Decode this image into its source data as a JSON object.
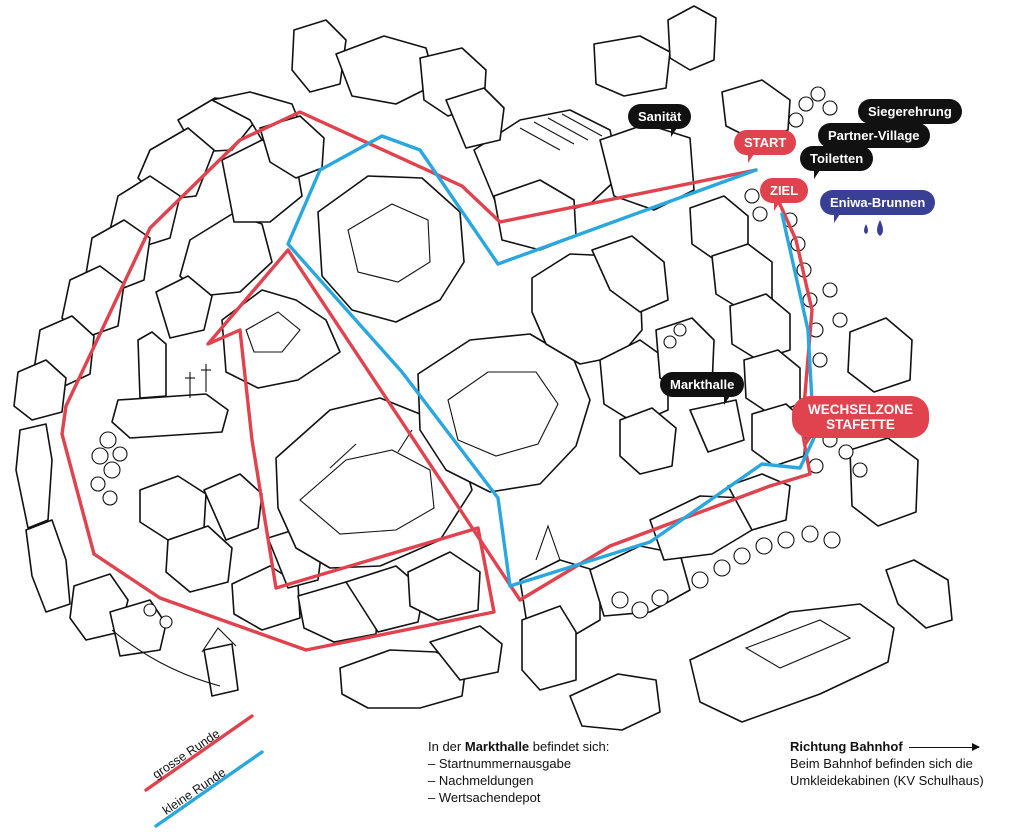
{
  "map": {
    "labels": {
      "sanitaet": "Sanität",
      "start": "START",
      "ziel": "ZIEL",
      "siegerehrung": "Siegerehrung",
      "partner_village": "Partner-Village",
      "toiletten": "Toiletten",
      "brunnen": "Eniwa-Brunnen",
      "markthalle": "Markthalle",
      "wechselzone_line1": "WECHSELZONE",
      "wechselzone_line2": "STAFETTE"
    },
    "legend": {
      "grosse_runde": "grosse Runde",
      "kleine_runde": "kleine Runde"
    },
    "info": {
      "prefix": "In der ",
      "markthalle": "Markthalle",
      "suffix": " befindet sich:",
      "items": [
        "– Startnummernausgabe",
        "– Nachmeldungen",
        "– Wertsachendepot"
      ]
    },
    "bahnhof": {
      "title": "Richtung Bahnhof",
      "line1": "Beim Bahnhof befinden sich die",
      "line2": "Umkleidekabinen (KV Schulhaus)"
    },
    "colors": {
      "grosse_runde": "#e0424e",
      "kleine_runde": "#2aa7df",
      "brunnen": "#3a3f96",
      "label": "#111111"
    }
  }
}
